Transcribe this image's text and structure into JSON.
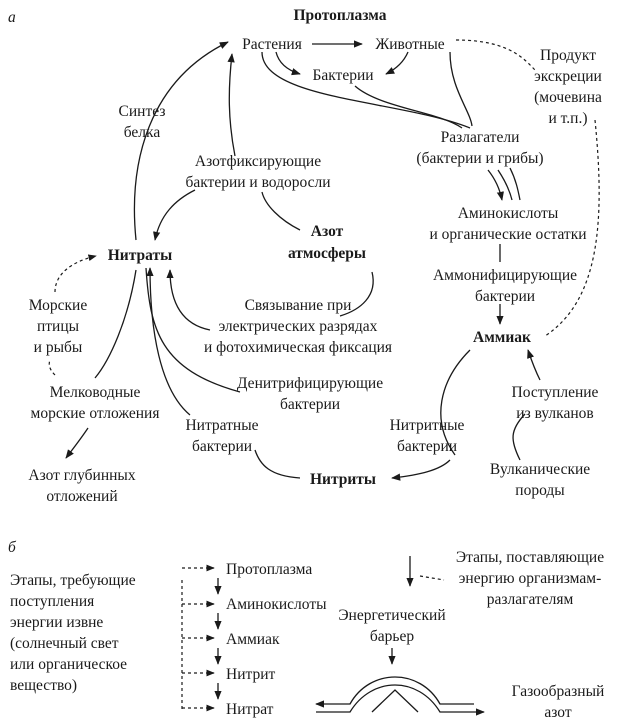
{
  "panel_a": {
    "letter": "а",
    "protoplasm": "Протоплазма",
    "plants": "Растения",
    "animals": "Животные",
    "bacteria": "Бактерии",
    "excretion": [
      "Продукт",
      "экскреции",
      "(мочевина",
      "и т.п.)"
    ],
    "decomposers": [
      "Разлагатели",
      "(бактерии и грибы)"
    ],
    "protein_synthesis": [
      "Синтез",
      "белка"
    ],
    "nitrogen_fixers": [
      "Азотфиксирующие",
      "бактерии и водоросли"
    ],
    "amino_acids": [
      "Аминокислоты",
      "и органические остатки"
    ],
    "nitrates": "Нитраты",
    "atm_nitrogen": [
      "Азот",
      "атмосферы"
    ],
    "ammonifiers": [
      "Аммонифицирующие",
      "бактерии"
    ],
    "seabirds": [
      "Морские",
      "птицы",
      "и рыбы"
    ],
    "fixation": [
      "Связывание при",
      "электрических разрядах",
      "и фотохимическая фиксация"
    ],
    "ammonia": "Аммиак",
    "shallow": [
      "Мелководные",
      "морские отложения"
    ],
    "denitrifiers": [
      "Денитрифицирующие",
      "бактерии"
    ],
    "volcano_input": [
      "Поступление",
      "из вулканов"
    ],
    "nitrate_bacteria": [
      "Нитратные",
      "бактерии"
    ],
    "nitrite_bacteria": [
      "Нитритные",
      "бактерии"
    ],
    "deep_nitrogen": [
      "Азот глубинных",
      "отложений"
    ],
    "nitrites": "Нитриты",
    "volcanic_rocks": [
      "Вулканические",
      "породы"
    ]
  },
  "panel_b": {
    "letter": "б",
    "steps": [
      "Протоплазма",
      "Аминокислоты",
      "Аммиак",
      "Нитрит",
      "Нитрат"
    ],
    "energy_required": [
      "Этапы, требующие",
      "поступления",
      "энергии извне",
      "(солнечный свет",
      "или органическое",
      "вещество)"
    ],
    "energy_supply": [
      "Этапы, поставляющие",
      "энергию организмам-",
      "разлагателям"
    ],
    "barrier": [
      "Энергетический",
      "барьер"
    ],
    "gas_nitrogen": [
      "Газообразный",
      "азот"
    ]
  }
}
